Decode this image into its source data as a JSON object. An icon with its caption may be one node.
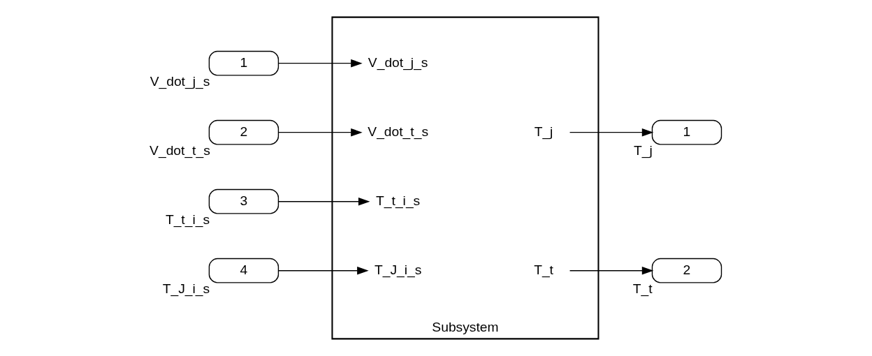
{
  "diagram": {
    "nodes": [
      {
        "text": [
          "Subsystem"
        ]
      },
      {
        "text": [
          "V_dot_j_s"
        ],
        "in": 0
      },
      {
        "text": [
          "V_dot_t_s"
        ],
        "in": 0
      },
      {
        "text": [
          "T_t_i_s"
        ],
        "in": 0
      },
      {
        "text": [
          "T_J_i_s"
        ],
        "in": 0
      },
      {
        "text": [
          "T_j"
        ],
        "in": 0
      },
      {
        "text": [
          "T_t"
        ],
        "in": 0
      },
      {
        "text": [
          "1"
        ],
        "beside": [
          "V_dot_j_s"
        ]
      },
      {
        "text": [
          "2"
        ],
        "beside": [
          "V_dot_t_s"
        ]
      },
      {
        "text": [
          "3"
        ],
        "beside": [
          "T_t_i_s"
        ]
      },
      {
        "text": [
          "4"
        ],
        "beside": [
          "T_J_i_s"
        ]
      },
      {
        "text": [
          "1"
        ],
        "beside": [
          "T_j"
        ]
      },
      {
        "text": [
          "2"
        ],
        "beside": [
          "T_t"
        ]
      }
    ],
    "edges": [
      {
        "from": 7,
        "to": 1,
        "arrow": "to"
      },
      {
        "from": 8,
        "to": 2,
        "arrow": "to"
      },
      {
        "from": 9,
        "to": 3,
        "arrow": "to"
      },
      {
        "from": 10,
        "to": 4,
        "arrow": "to"
      },
      {
        "from": 5,
        "to": 11,
        "arrow": "to"
      },
      {
        "from": 6,
        "to": 12,
        "arrow": "to"
      }
    ]
  }
}
